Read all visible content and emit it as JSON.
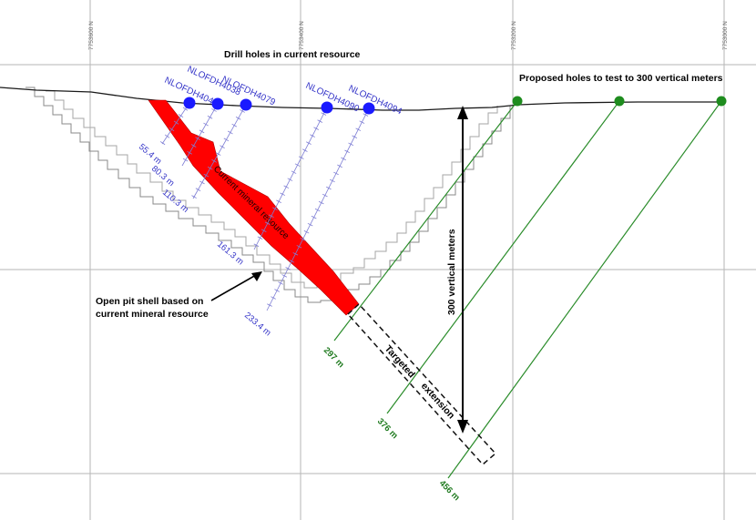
{
  "northings": [
    "7753600 N",
    "7753400 N",
    "7753200 N",
    "7753000 N"
  ],
  "title_existing": "Drill holes in current resource",
  "title_proposed": "Proposed holes to test to 300 vertical meters",
  "holes": [
    {
      "name": "NLOFDH4038",
      "depth": "55.4 m"
    },
    {
      "name": "NLOFDH4079",
      "depth": "80.3 m"
    },
    {
      "name": "NLOFDH404",
      "depth": "110.3 m"
    },
    {
      "name": "NLOFDH4090",
      "depth": "161.3 m"
    },
    {
      "name": "NLOFDH4094",
      "depth": "233.4 m"
    }
  ],
  "proposed_depths": [
    "297 m",
    "376 m",
    "456 m"
  ],
  "ore_label": "Current mineral resource",
  "pit_annotation": [
    "Open pit shell based on",
    "current mineral resource"
  ],
  "vertical_label": "300 vertical meters",
  "target_lines": [
    "Targeted",
    "extension"
  ],
  "colors": {
    "ore": "#ff0000",
    "existing_collar": "#1a1aff",
    "proposed": "#2a8c2a",
    "hole_trace": "#7d7dd4",
    "grid": "#b5b5b5"
  }
}
